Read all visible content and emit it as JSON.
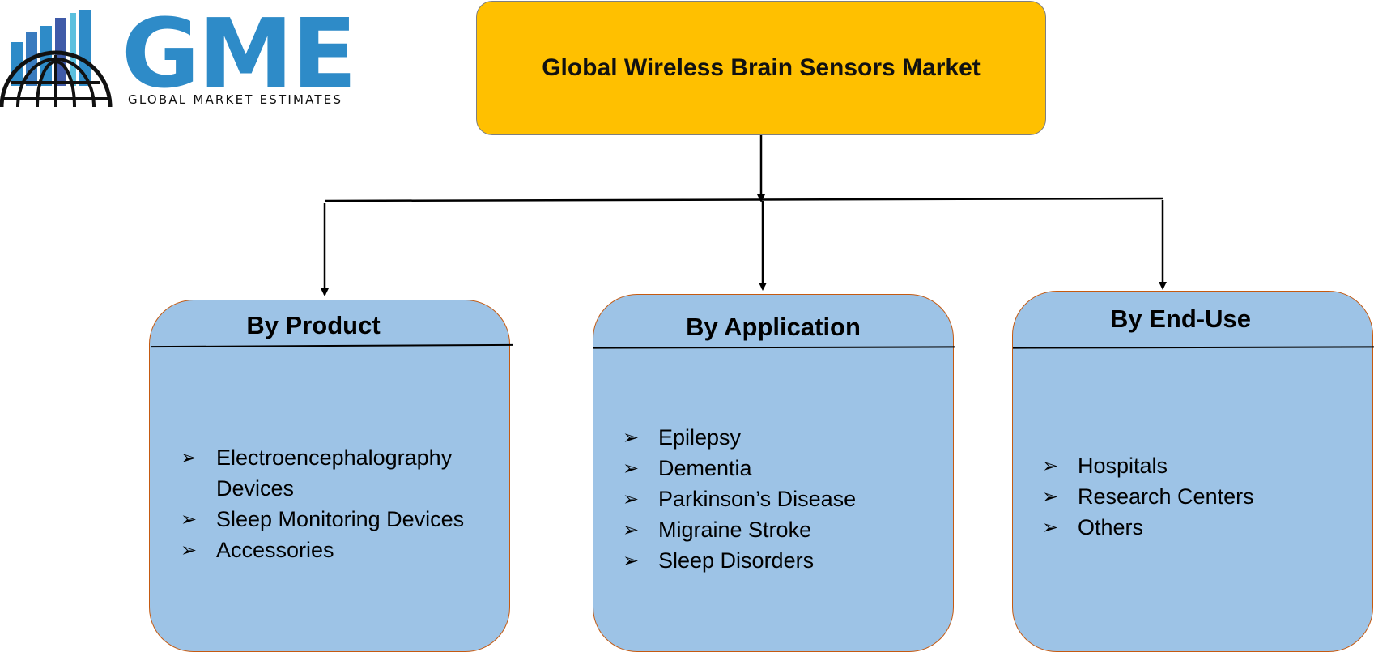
{
  "logo": {
    "letters": "GME",
    "tagline": "GLOBAL MARKET ESTIMATES"
  },
  "title": "Global Wireless Brain Sensors Market",
  "categories": [
    {
      "title": "By Product",
      "items": [
        "Electroencephalography Devices",
        "Sleep Monitoring Devices",
        "Accessories"
      ]
    },
    {
      "title": "By Application",
      "items": [
        "Epilepsy",
        "Dementia",
        "Parkinson’s Disease",
        "Migraine Stroke",
        "Sleep Disorders"
      ]
    },
    {
      "title": "By End-Use",
      "items": [
        "Hospitals",
        "Research Centers",
        "Others"
      ]
    }
  ],
  "colors": {
    "title_fill": "#ffc000",
    "box_fill": "#9dc3e6",
    "box_border": "#c55a11",
    "logo_blue": "#2e8bc8"
  },
  "icons": {
    "bullet": "arrowhead-bullet-icon",
    "logo": "globe-bars-logo-icon"
  }
}
